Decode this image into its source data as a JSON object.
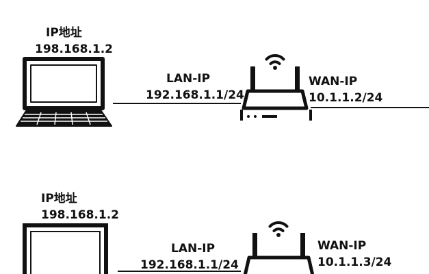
{
  "diagram_top": {
    "pc_label": "IP地址",
    "pc_ip": "198.168.1.2",
    "lan_label": "LAN-IP",
    "lan_ip": "192.168.1.1/24",
    "wan_label": "WAN-IP",
    "wan_ip": "10.1.1.2/24"
  },
  "diagram_bottom": {
    "pc_label": "IP地址",
    "pc_ip": "198.168.1.2",
    "lan_label": "LAN-IP",
    "lan_ip": "192.168.1.1/24",
    "wan_label": "WAN-IP",
    "wan_ip": "10.1.1.3/24"
  },
  "colors": {
    "stroke": "#111111",
    "background": "#ffffff"
  },
  "icons": [
    "laptop-icon",
    "router-icon",
    "wifi-icon"
  ]
}
